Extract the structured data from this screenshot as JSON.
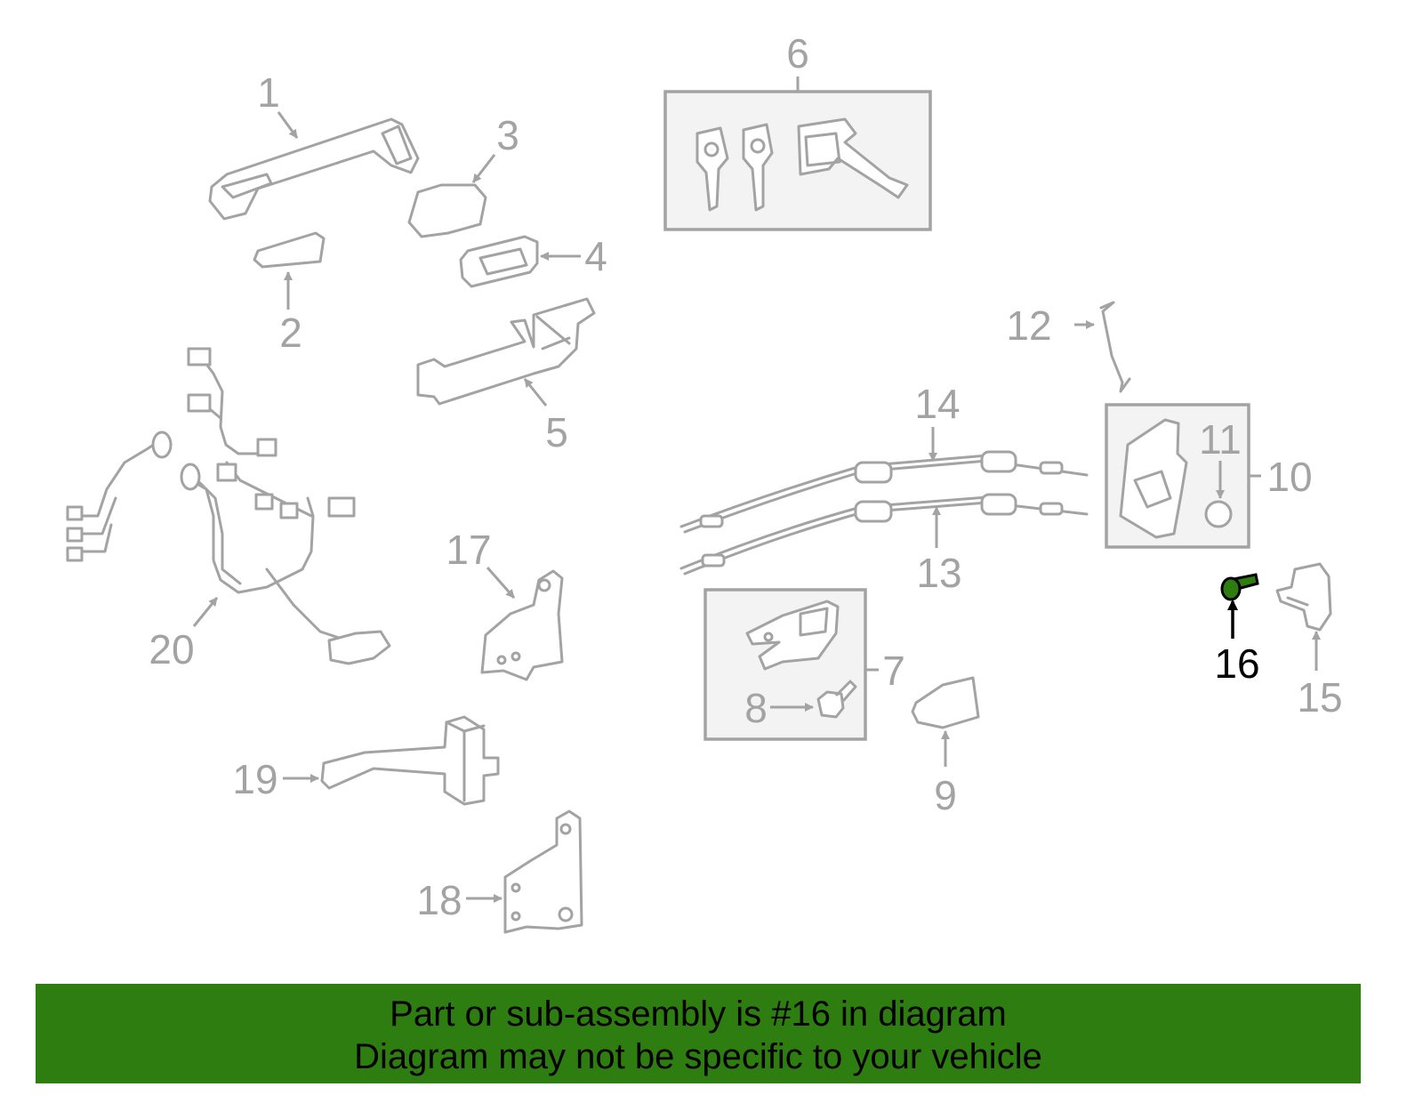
{
  "diagram": {
    "callouts": [
      "1",
      "2",
      "3",
      "4",
      "5",
      "6",
      "7",
      "8",
      "9",
      "10",
      "11",
      "12",
      "13",
      "14",
      "15",
      "16",
      "17",
      "18",
      "19",
      "20"
    ],
    "highlighted_part": "16",
    "highlight_color": "#2e7d10",
    "line_color": "#a3a3a3"
  },
  "banner": {
    "line1": "Part or sub-assembly is #16 in diagram",
    "line2": "Diagram may not be specific to your vehicle",
    "background": "#2e7d10"
  }
}
